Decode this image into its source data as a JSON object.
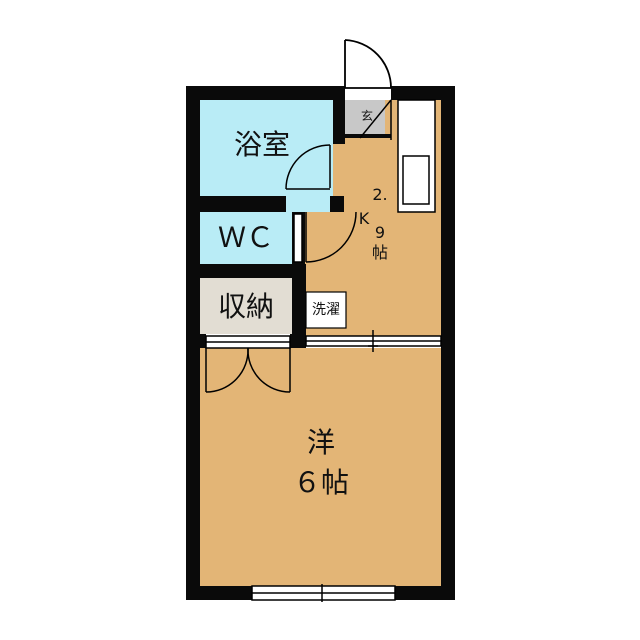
{
  "floorplan": {
    "colors": {
      "wall": "#0a0a0a",
      "floor": "#e3b576",
      "wet_area": "#b9ecf6",
      "storage": "#e2ddd3",
      "entrance": "#c8c8c8",
      "fixture": "#ffffff",
      "line": "#000000"
    },
    "rooms": {
      "bathroom": {
        "label": "浴室"
      },
      "toilet": {
        "label": "ＷＣ"
      },
      "storage": {
        "label": "収納"
      },
      "entrance": {
        "label": "玄"
      },
      "laundry": {
        "label": "洗濯"
      },
      "kitchen": {
        "label_line1": "2.",
        "label_k": "K",
        "label_line2": "9",
        "label_line3": "帖"
      },
      "western_room": {
        "label_line1": "洋",
        "label_line2": "６帖"
      }
    }
  }
}
